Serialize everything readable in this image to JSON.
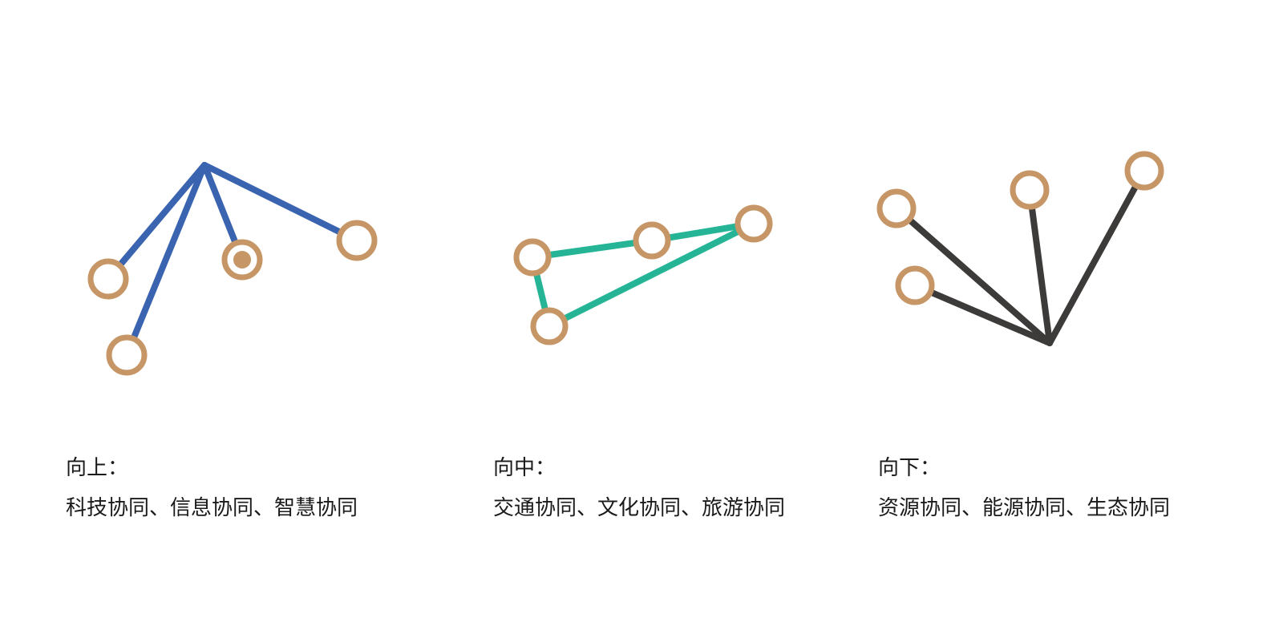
{
  "colors": {
    "up_line": "#3a64b0",
    "mid_line": "#25b596",
    "down_line": "#3d3a3a",
    "node_ring": "#c69666",
    "node_fill": "#ffffff",
    "background": "#ffffff"
  },
  "panels": [
    {
      "key": "up",
      "heading": "向上：",
      "items": "科技协同、信息协同、智慧协同"
    },
    {
      "key": "mid",
      "heading": "向中：",
      "items": "交通协同、文化协同、旅游协同"
    },
    {
      "key": "down",
      "heading": "向下：",
      "items": "资源协同、能源协同、生态协同"
    }
  ]
}
